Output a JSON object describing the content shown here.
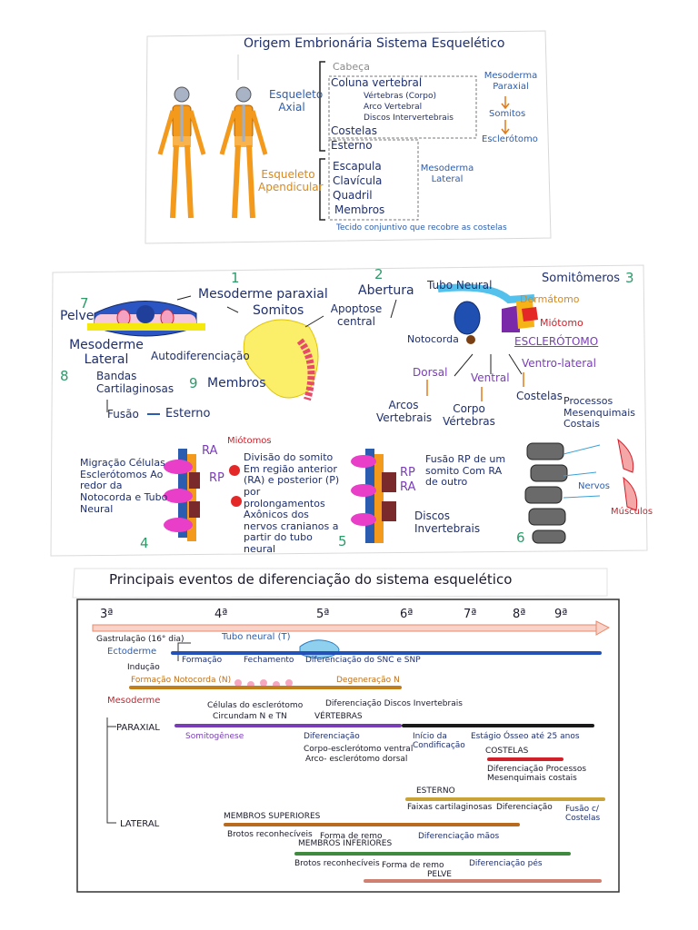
{
  "section1": {
    "title": "Origem Embrionária Sistema Esquelético",
    "axial": {
      "label": "Esqueleto Axial"
    },
    "appendicular": {
      "label": "Esqueleto Apendicular"
    },
    "axial_items": {
      "cabeca": "Cabeça",
      "coluna": "Coluna vertebral",
      "vertebras": "Vértebras (Corpo)",
      "arco": "Arco Vertebral",
      "discos": "Discos Intervertebrais",
      "costelas": "Costelas",
      "esterno": "Esterno"
    },
    "appendicular_items": {
      "escapula": "Escapula",
      "clavicula": "Clavícula",
      "quadril": "Quadril",
      "membros": "Membros"
    },
    "chain": {
      "mesoderma_paraxial": "Mesoderma Paraxial",
      "somitos": "Somitos",
      "esclerotomo": "Esclerótomo"
    },
    "lateral": "Mesoderma Lateral",
    "tecido": "Tecido conjuntivo que recobre as costelas"
  },
  "section2": {
    "n1": "1",
    "mesoderme_paraxial": "Mesoderme paraxial",
    "somitos": "Somitos",
    "n7": "7",
    "pelve": "Pelve",
    "mesoderme_lateral": "Mesoderme Lateral",
    "n8": "8",
    "bandas": "Bandas Cartilaginosas",
    "fusao": "Fusão",
    "esterno": "Esterno",
    "autodif": "Autodiferenciação",
    "n9": "9",
    "membros": "Membros",
    "n2": "2",
    "abertura": "Abertura",
    "apoptose": "Apoptose central",
    "tubo_neural": "Tubo Neural",
    "somitomeros": "Somitômeros",
    "n3": "3",
    "dermatomo": "Dermátomo",
    "miotomo": "Miótomo",
    "notocorda": "Notocorda",
    "esclerotomo": "ESCLERÓTOMO",
    "dorsal": "Dorsal",
    "ventral": "Ventral",
    "ventro_lateral": "Ventro-lateral",
    "arcos": "Arcos Vertebrais",
    "corpo": "Corpo Vértebras",
    "costelas": "Costelas",
    "processos": "Processos Mesenquimais Costais",
    "n4": "4",
    "migracao": "Migração Células Esclerótomos Ao redor da Notocorda e Tubo Neural",
    "miotomos": "Miótomos",
    "ra": "RA",
    "rp": "RP",
    "divisao": "Divisão do somito Em região anterior (RA) e posterior (P) por prolongamentos Axônicos dos nervos cranianos a partir do tubo neural",
    "n5": "5",
    "fusao_rp": "Fusão RP de um somito Com RA de outro",
    "discos": "Discos Invertebrais",
    "n6": "6",
    "nervos": "Nervos",
    "musculos": "Músculos"
  },
  "section3": {
    "title": "Principais eventos de diferenciação do sistema esquelético",
    "weeks": [
      "3ª",
      "4ª",
      "5ª",
      "6ª",
      "7ª",
      "8ª",
      "9ª"
    ],
    "gastrulacao": "Gastrulação (16° dia)",
    "tubo_neural": "Tubo neural (T)",
    "ectoderme": "Ectoderme",
    "formacao": "Formação",
    "fechamento": "Fechamento",
    "dif_snc": "Diferenciação do SNC e SNP",
    "inducao": "Indução",
    "formacao_notocorda": "Formação Notocorda (N)",
    "degeneracao": "Degeneração N",
    "mesoderme": "Mesoderme",
    "celulas": "Células do esclerótomo",
    "circundam": "Circundam N e TN",
    "dif_discos": "Diferenciação Discos Invertebrais",
    "vertebras": "VÉRTEBRAS",
    "paraxial": "PARAXIAL",
    "somitogenese": "Somitogênese",
    "diferenciacao": "Diferenciação",
    "corpo_escl": "Corpo-esclerótomo ventral",
    "arco_escl": "Arco- esclerótomo dorsal",
    "inicio": "Início da Condificação",
    "estagio": "Estágio Ósseo até 25 anos",
    "costelas": "COSTELAS",
    "dif_processos": "Diferenciação Processos Mesenquimais costais",
    "esterno": "ESTERNO",
    "faixas": "Faixas cartilaginosas",
    "diferenciacao2": "Diferenciação",
    "fusao_costelas": "Fusão c/ Costelas",
    "lateral": "LATERAL",
    "membros_sup": "MEMBROS SUPERIORES",
    "brotos1": "Brotos reconhecíveis",
    "forma_remo1": "Forma de remo",
    "dif_maos": "Diferenciação mãos",
    "membros_inf": "MEMBROS INFERIORES",
    "brotos2": "Brotos reconhecíveis",
    "forma_remo2": "Forma de remo",
    "dif_pes": "Diferenciação pés",
    "pelve": "PELVE"
  },
  "colors": {
    "navy": "#1e2f6e",
    "blue": "#2a5db0",
    "orange": "#d9891c",
    "purple": "#7a3db8",
    "red": "#d0202a",
    "green": "#2e9a6a"
  }
}
